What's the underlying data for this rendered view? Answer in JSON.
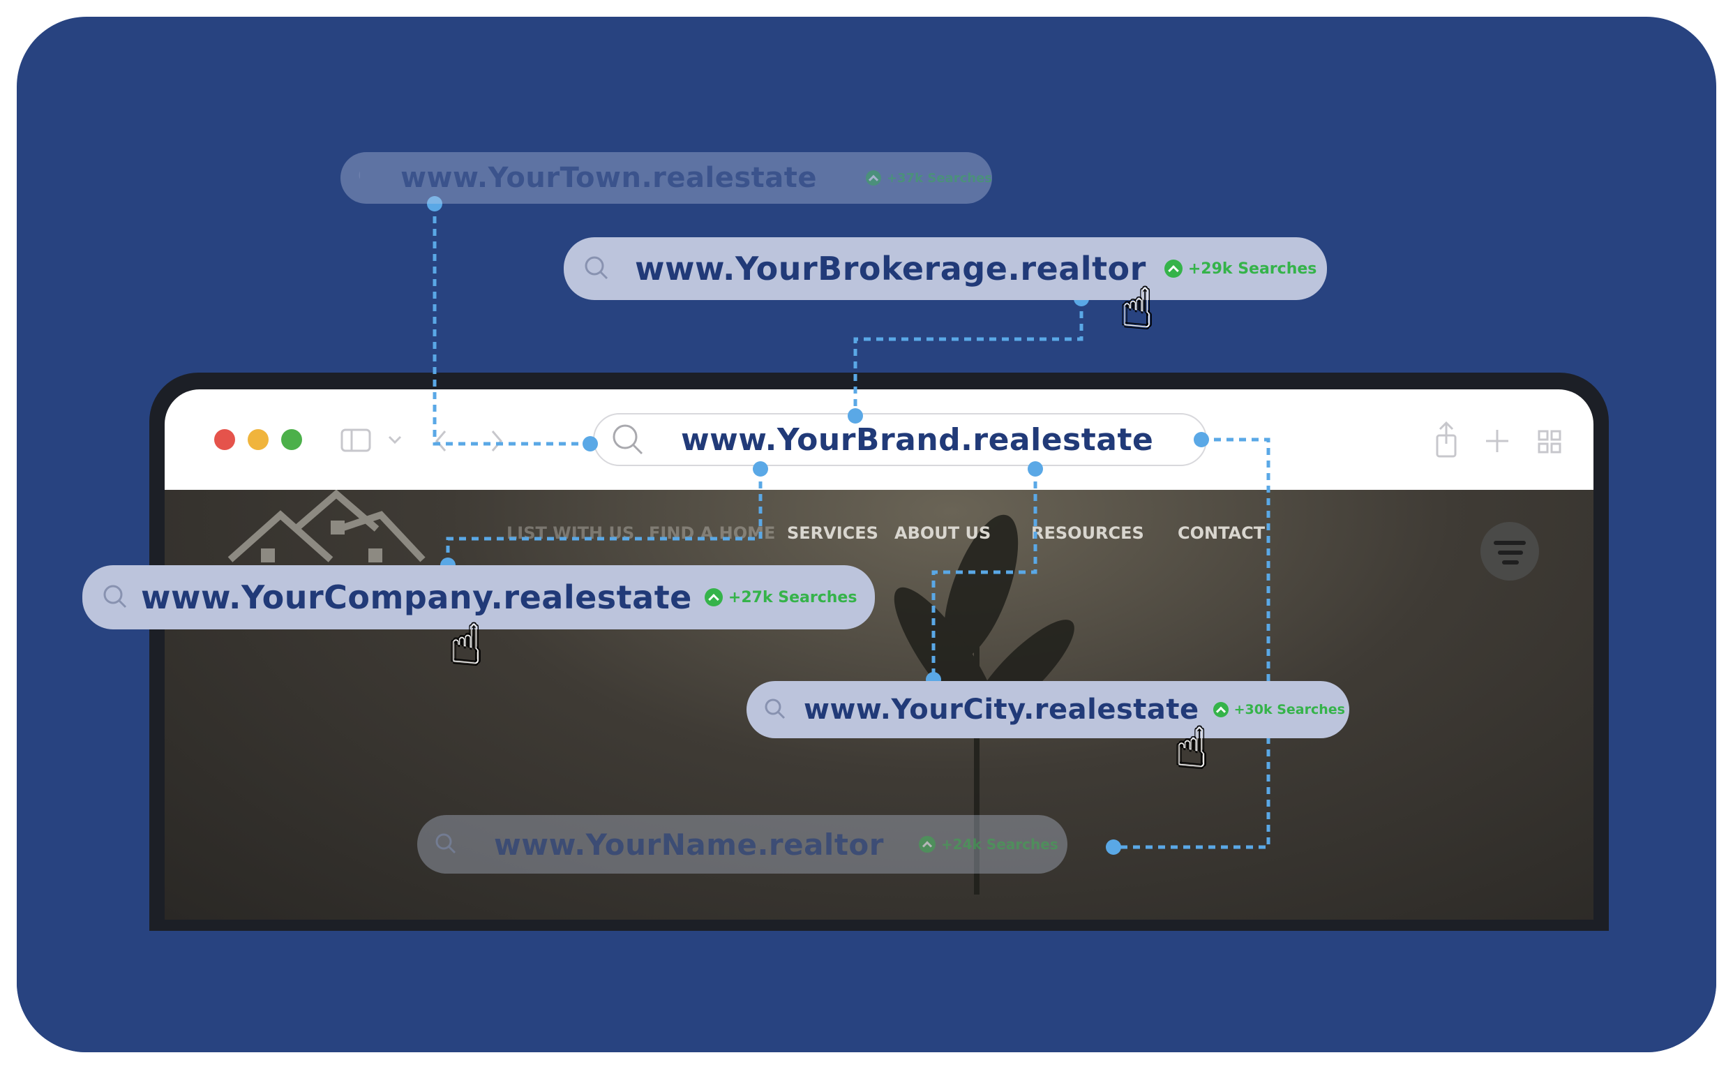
{
  "browser": {
    "address": "www.YourBrand.realestate"
  },
  "site_nav": {
    "items": [
      "LIST WITH US",
      "FIND A HOME",
      "SERVICES",
      "ABOUT US",
      "RESOURCES",
      "CONTACT"
    ]
  },
  "domains": [
    {
      "domain": "www.YourTown.realestate",
      "searches": "+37k Searches"
    },
    {
      "domain": "www.YourBrokerage.realtor",
      "searches": "+29k Searches"
    },
    {
      "domain": "www.YourCompany.realestate",
      "searches": "+27k Searches"
    },
    {
      "domain": "www.YourCity.realestate",
      "searches": "+30k Searches"
    },
    {
      "domain": "www.YourName.realtor",
      "searches": "+24k Searches"
    }
  ],
  "colors": {
    "background": "#284380",
    "accent_green": "#35b34a",
    "connector_blue": "#5aa8e6",
    "traffic_red": "#e5534b",
    "traffic_yellow": "#f0b43c",
    "traffic_green": "#4cb04a"
  },
  "icons": {
    "search": "search-icon",
    "hand": "pointing-hand-cursor-icon",
    "share": "share-icon",
    "plus": "plus-icon",
    "tabs": "tab-grid-icon"
  }
}
